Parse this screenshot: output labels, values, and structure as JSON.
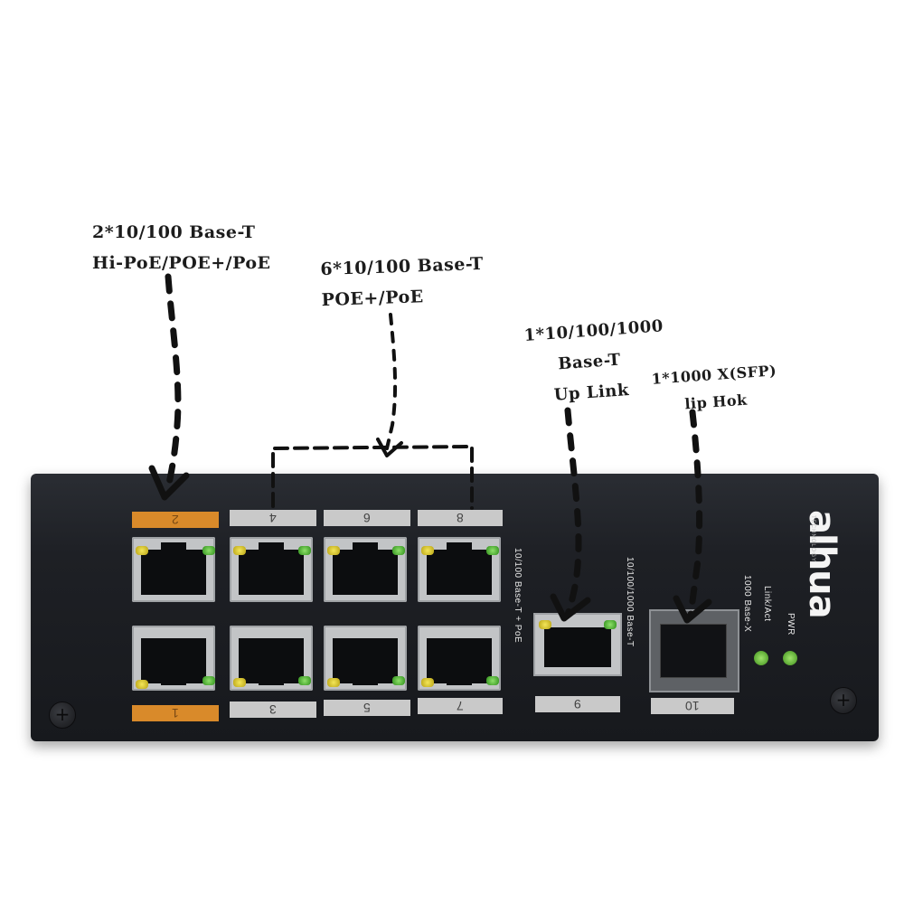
{
  "annotations": {
    "poe_hi": {
      "line1": "2*10/100 Base-T",
      "line2": "Hi-PoE/POE+/PoE"
    },
    "poe_std": {
      "line1": "6*10/100 Base-T",
      "line2": "POE+/PoE"
    },
    "uplink": {
      "line1": "1*10/100/1000",
      "line2": "Base-T",
      "line3": "Up Link"
    },
    "sfp": {
      "line1": "1*1000 X(SFP)",
      "line2": "lip Hok"
    }
  },
  "device": {
    "brand": "alhua",
    "brand_sub": "TECHNOLOGY",
    "ports_label": "10/100 Base-T + PoE",
    "uplink_label": "10/100/1000 Base-T",
    "sfp_label": "1000 Base-X",
    "linkact_label": "Link/Act",
    "pwr_label": "PWR",
    "port_numbers": [
      "1",
      "2",
      "3",
      "4",
      "5",
      "6",
      "7",
      "8",
      "9",
      "10"
    ]
  },
  "colors": {
    "hi_poe_label": "#d98a2a",
    "std_label": "#c9c9c9",
    "chassis": "#1e2025"
  }
}
